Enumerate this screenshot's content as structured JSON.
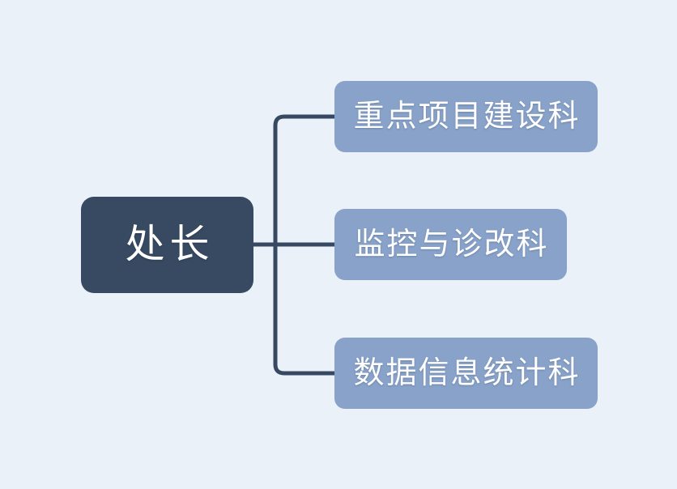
{
  "diagram": {
    "type": "org-chart",
    "orientation": "left-to-right",
    "background_color": "#eaf1f9",
    "connector_color": "#37496280",
    "root": {
      "label": "处长",
      "fill_color": "#374a62",
      "text_color": "#ffffff"
    },
    "children": [
      {
        "label": "重点项目建设科",
        "fill_color": "#88a2c9",
        "text_color": "#ffffff"
      },
      {
        "label": "监控与诊改科",
        "fill_color": "#88a2c9",
        "text_color": "#ffffff"
      },
      {
        "label": "数据信息统计科",
        "fill_color": "#88a2c9",
        "text_color": "#ffffff"
      }
    ]
  }
}
